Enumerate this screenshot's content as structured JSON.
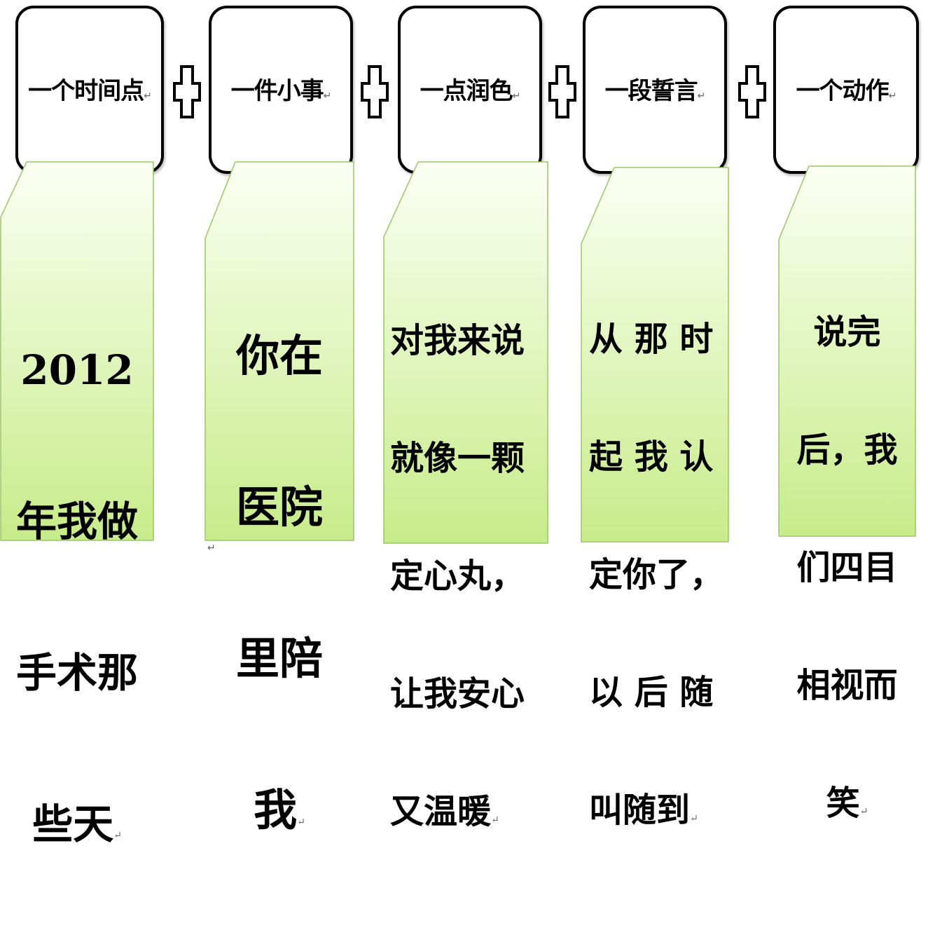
{
  "steps": [
    {
      "header": "一个时间点",
      "lines": [
        "2012",
        "年我做",
        "手术那",
        "些天"
      ]
    },
    {
      "header": "一件小事",
      "lines": [
        "你在",
        "医院",
        "里陪",
        "我"
      ]
    },
    {
      "header": "一点润色",
      "lines": [
        "对我来说",
        "就像一颗",
        "定心丸，",
        "让我安心",
        "又温暖"
      ]
    },
    {
      "header": "一段誓言",
      "lines": [
        "从 那 时",
        "起 我 认",
        "定你了，",
        "以 后 随",
        "叫随到"
      ]
    },
    {
      "header": "一个动作",
      "lines": [
        "说完",
        "后，我",
        "们四目",
        "相视而",
        "笑"
      ]
    }
  ],
  "connector_icon": "plus-icon",
  "paragraph_mark": "↵",
  "colors": {
    "card_gradient_top": "#fbfff3",
    "card_gradient_bottom": "#c7ec8a",
    "card_border": "#9cc566",
    "box_border": "#000000"
  }
}
